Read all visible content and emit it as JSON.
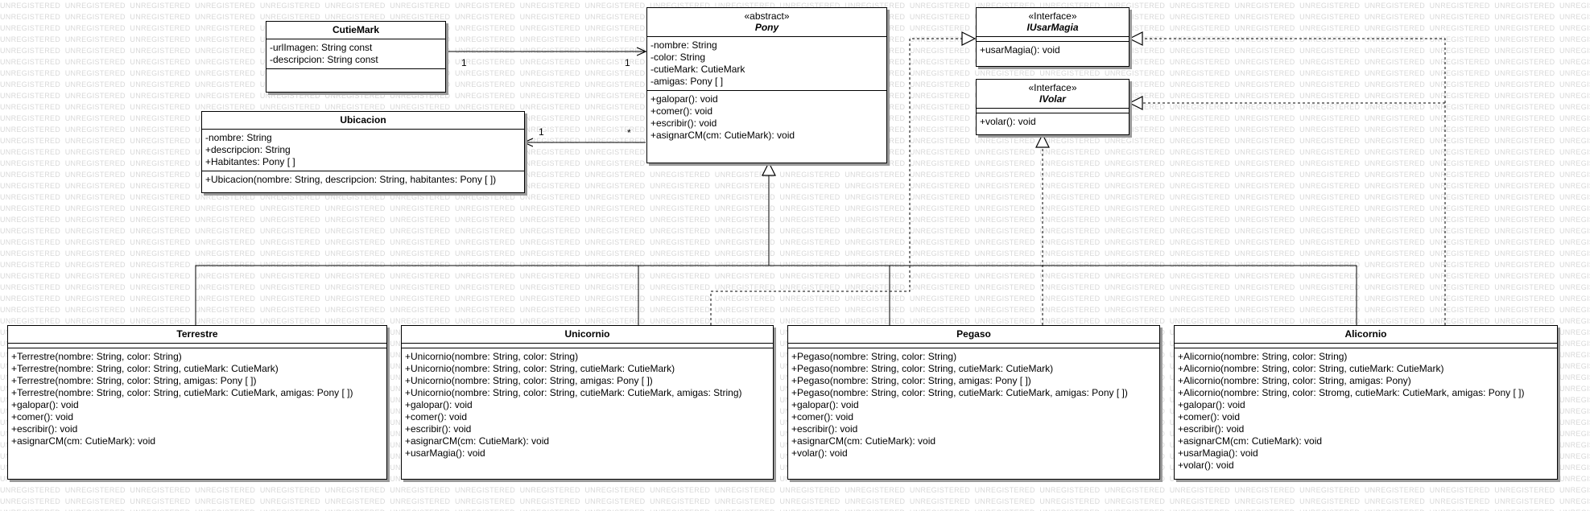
{
  "watermark_word": "UNREGISTERED",
  "classes": {
    "cutiemark": {
      "name": "CutieMark",
      "attributes": [
        "-urlImagen: String const",
        "-descripcion: String const"
      ],
      "methods": []
    },
    "pony": {
      "stereotype": "«abstract»",
      "name": "Pony",
      "attributes": [
        "-nombre: String",
        "-color: String",
        "-cutieMark: CutieMark",
        "-amigas: Pony [ ]"
      ],
      "methods": [
        "+galopar(): void",
        "+comer(): void",
        "+escribir(): void",
        "+asignarCM(cm: CutieMark): void"
      ]
    },
    "iusarmagia": {
      "stereotype": "«Interface»",
      "name": "IUsarMagia",
      "attributes": [],
      "methods": [
        "+usarMagia(): void"
      ]
    },
    "ivolar": {
      "stereotype": "«Interface»",
      "name": "IVolar",
      "attributes": [],
      "methods": [
        "+volar(): void"
      ]
    },
    "ubicacion": {
      "name": "Ubicacion",
      "attributes": [
        "-nombre: String",
        "+descripcion: String",
        "+Habitantes: Pony [ ]"
      ],
      "methods": [
        "+Ubicacion(nombre: String, descripcion: String, habitantes: Pony [ ])"
      ]
    },
    "terrestre": {
      "name": "Terrestre",
      "attributes": [],
      "methods": [
        "+Terrestre(nombre: String, color: String)",
        "+Terrestre(nombre: String, color: String, cutieMark: CutieMark)",
        "+Terrestre(nombre: String, color: String, amigas: Pony [ ])",
        "+Terrestre(nombre: String, color: String, cutieMark: CutieMark, amigas: Pony [ ])",
        "+galopar(): void",
        "+comer(): void",
        "+escribir(): void",
        "+asignarCM(cm: CutieMark): void"
      ]
    },
    "unicornio": {
      "name": "Unicornio",
      "attributes": [],
      "methods": [
        "+Unicornio(nombre: String, color: String)",
        "+Unicornio(nombre: String, color: String, cutieMark: CutieMark)",
        "+Unicornio(nombre: String, color: String, amigas: Pony [ ])",
        "+Unicornio(nombre: String, color: String, cutieMark: CutieMark, amigas: String)",
        "+galopar(): void",
        "+comer(): void",
        "+escribir(): void",
        "+asignarCM(cm: CutieMark): void",
        "+usarMagia(): void"
      ]
    },
    "pegaso": {
      "name": "Pegaso",
      "attributes": [],
      "methods": [
        "+Pegaso(nombre: String, color: String)",
        "+Pegaso(nombre: String, color: String, cutieMark: CutieMark)",
        "+Pegaso(nombre: String, color: String, amigas: Pony [ ])",
        "+Pegaso(nombre: String, color: String, cutieMark: CutieMark, amigas: Pony [ ])",
        "+galopar(): void",
        "+comer(): void",
        "+escribir(): void",
        "+asignarCM(cm: CutieMark): void",
        "+volar(): void"
      ]
    },
    "alicornio": {
      "name": "Alicornio",
      "attributes": [],
      "methods": [
        "+Alicornio(nombre: String, color: String)",
        "+Alicornio(nombre: String, color: String, cutieMark: CutieMark)",
        "+Alicornio(nombre: String, color: String, amigas: Pony)",
        "+Alicornio(nombre: String, color: Stromg, cutieMark: CutieMark, amigas: Pony [ ])",
        "+galopar(): void",
        "+comer(): void",
        "+escribir(): void",
        "+asignarCM(cm: CutieMark): void",
        "+usarMagia(): void",
        "+volar(): void"
      ]
    }
  },
  "multiplicities": {
    "cutiemark_end": "1",
    "pony_end": "1",
    "ubicacion_end": "1",
    "pony_many": "*"
  }
}
